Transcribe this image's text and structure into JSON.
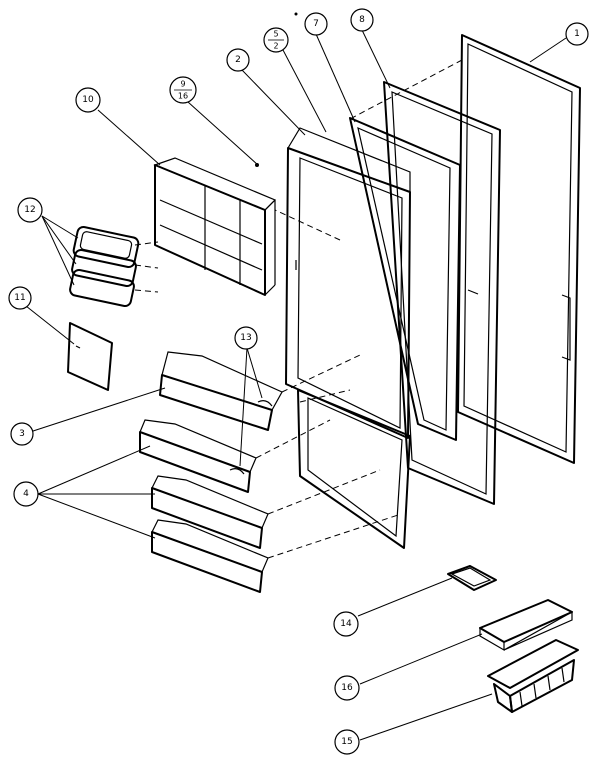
{
  "callouts": {
    "c1": "1",
    "c2": "2",
    "c3": "3",
    "c4": "4",
    "c5_top": "5",
    "c5_bottom": "2",
    "c7": "7",
    "c8": "8",
    "c9_top": "9",
    "c9_bottom": "16",
    "c10": "10",
    "c11": "11",
    "c12": "12",
    "c13": "13",
    "c14": "14",
    "c15": "15",
    "c16": "16"
  }
}
